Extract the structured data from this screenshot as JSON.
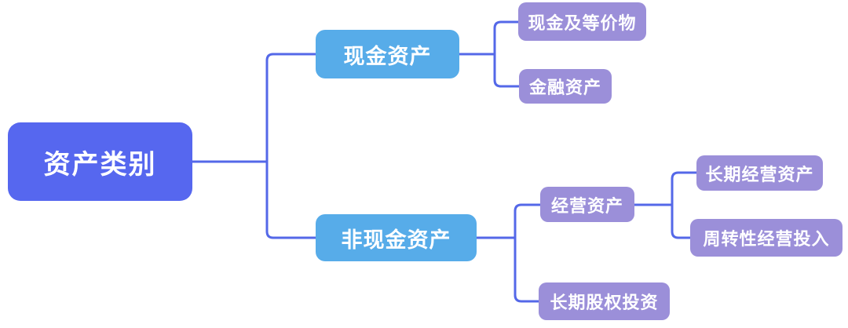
{
  "colors": {
    "canvas_bg": "#ffffff",
    "root_bg": "#5667ef",
    "branch_bg": "#57ace9",
    "leaf_bg": "#9b8fd9",
    "line": "#5468e8",
    "node_text": "#ffffff"
  },
  "tree": {
    "root": {
      "label": "资产类别"
    },
    "branches": [
      {
        "label": "现金资产",
        "children": [
          {
            "label": "现金及等价物"
          },
          {
            "label": "金融资产"
          }
        ]
      },
      {
        "label": "非现金资产",
        "children": [
          {
            "label": "经营资产",
            "children": [
              {
                "label": "长期经营资产"
              },
              {
                "label": "周转性经营投入"
              }
            ]
          },
          {
            "label": "长期股权投资"
          }
        ]
      }
    ]
  }
}
